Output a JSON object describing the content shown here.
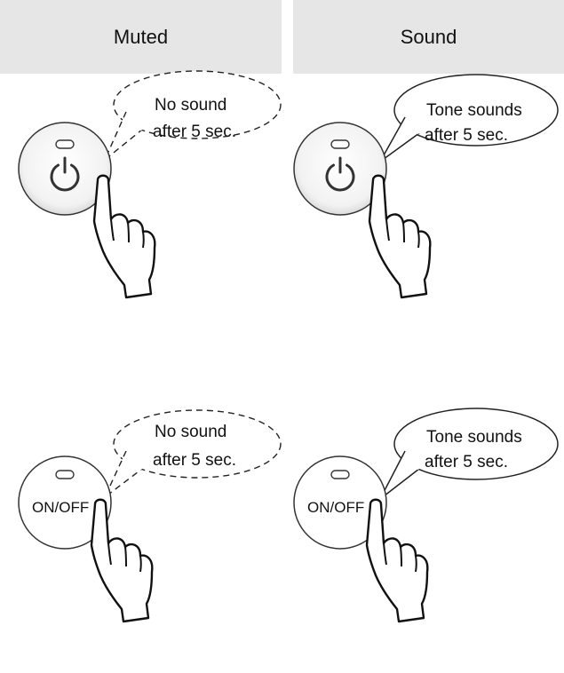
{
  "headers": {
    "muted": "Muted",
    "sound": "Sound"
  },
  "bubbles": {
    "muted_line1": "No sound",
    "muted_line2": "after 5 sec.",
    "sound_line1": "Tone sounds",
    "sound_line2": "after 5 sec."
  },
  "button_label": "ON/OFF",
  "icons": [
    "power-icon",
    "hand-pointer-icon",
    "indicator-lamp-icon"
  ]
}
